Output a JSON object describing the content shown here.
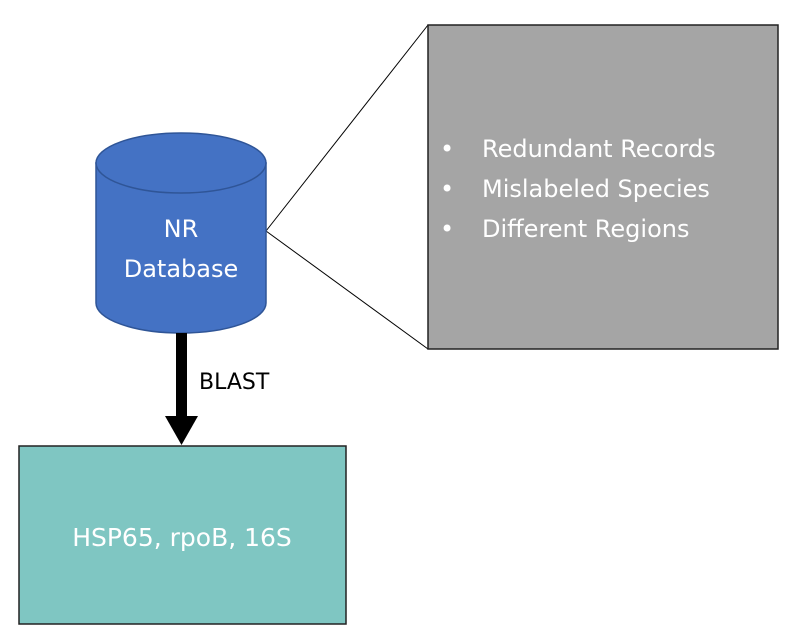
{
  "database": {
    "label_line1": "NR",
    "label_line2": "Database",
    "fill_color": "#4472c4",
    "stroke_color": "#2f5597"
  },
  "issues_panel": {
    "items": [
      "Redundant Records",
      "Mislabeled Species",
      "Different Regions"
    ],
    "bullet": "•",
    "fill_color": "#a5a5a5",
    "text_color": "#ffffff"
  },
  "arrow": {
    "label": "BLAST",
    "color": "#000000"
  },
  "result_box": {
    "label": "HSP65, rpoB, 16S",
    "fill_color": "#7fc6c2"
  }
}
